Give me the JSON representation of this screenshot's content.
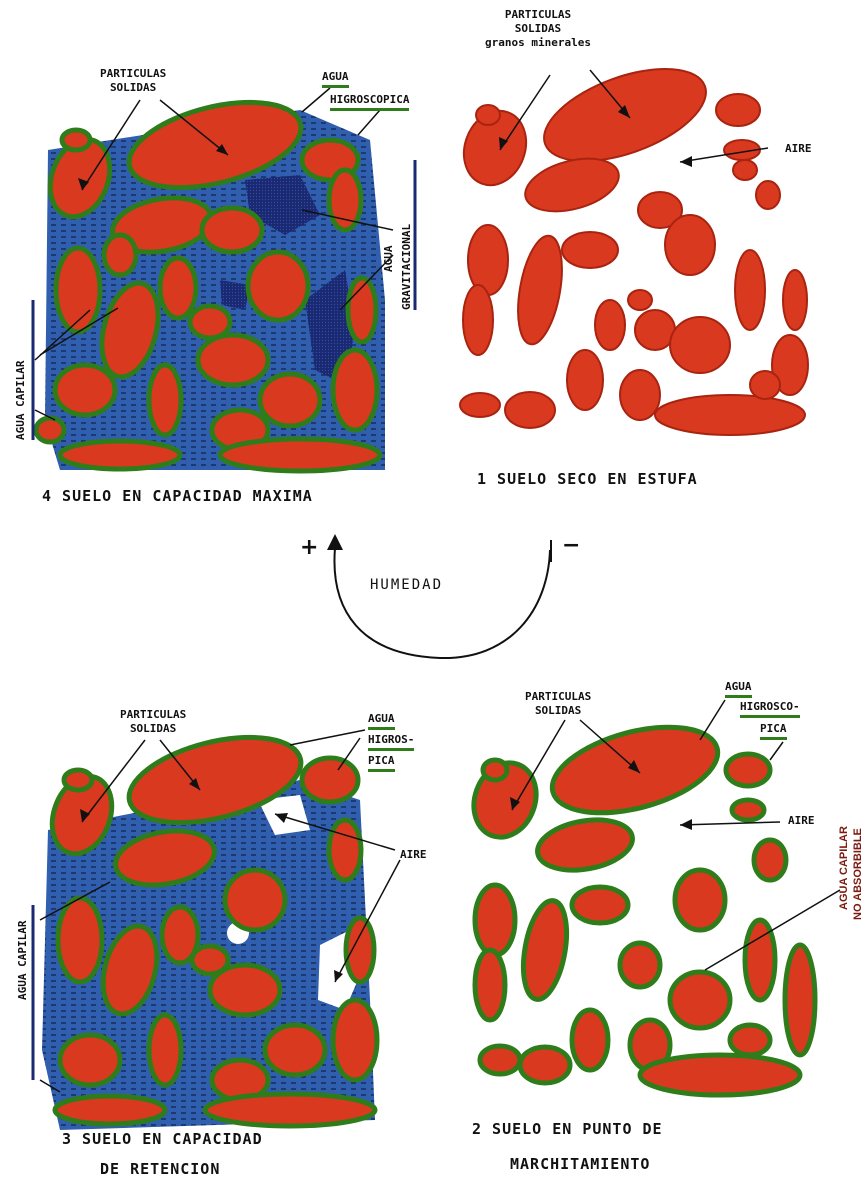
{
  "panel4": {
    "title": "4  SUELO EN CAPACIDAD MAXIMA",
    "particulas": "PARTICULAS\nSOLIDAS",
    "agua": "AGUA",
    "higroscopica": "HIGROSCOPICA",
    "gravitacional_agua": "AGUA",
    "gravitacional": "GRAVITACIONAL",
    "agua_capilar": "AGUA CAPILAR"
  },
  "panel1": {
    "title": "1  SUELO SECO EN ESTUFA",
    "particulas": "PARTICULAS\nSOLIDAS\ngranos minerales",
    "aire": "AIRE"
  },
  "cycle": {
    "plus": "+",
    "minus": "−",
    "humedad": "HUMEDAD"
  },
  "panel3": {
    "title_line1": "3  SUELO EN CAPACIDAD",
    "title_line2": "DE RETENCION",
    "particulas": "PARTICULAS\nSOLIDAS",
    "agua": "AGUA",
    "higros": "HIGROS-",
    "pica": "PICA",
    "aire": "AIRE",
    "agua_capilar": "AGUA CAPILAR"
  },
  "panel2": {
    "title_line1": "2  SUELO EN PUNTO DE",
    "title_line2": "MARCHITAMIENTO",
    "particulas": "PARTICULAS\nSOLIDAS",
    "agua": "AGUA",
    "higrosco": "HIGROSCO-",
    "pica": "PICA",
    "aire": "AIRE",
    "capilar_line1": "AGUA CAPILAR",
    "capilar_line2": "NO ABSORBIBLE"
  },
  "colors": {
    "particle": "#d9391f",
    "film": "#2e7d1a",
    "water": "#2f5fae",
    "gravity_water": "#1a2a70"
  }
}
